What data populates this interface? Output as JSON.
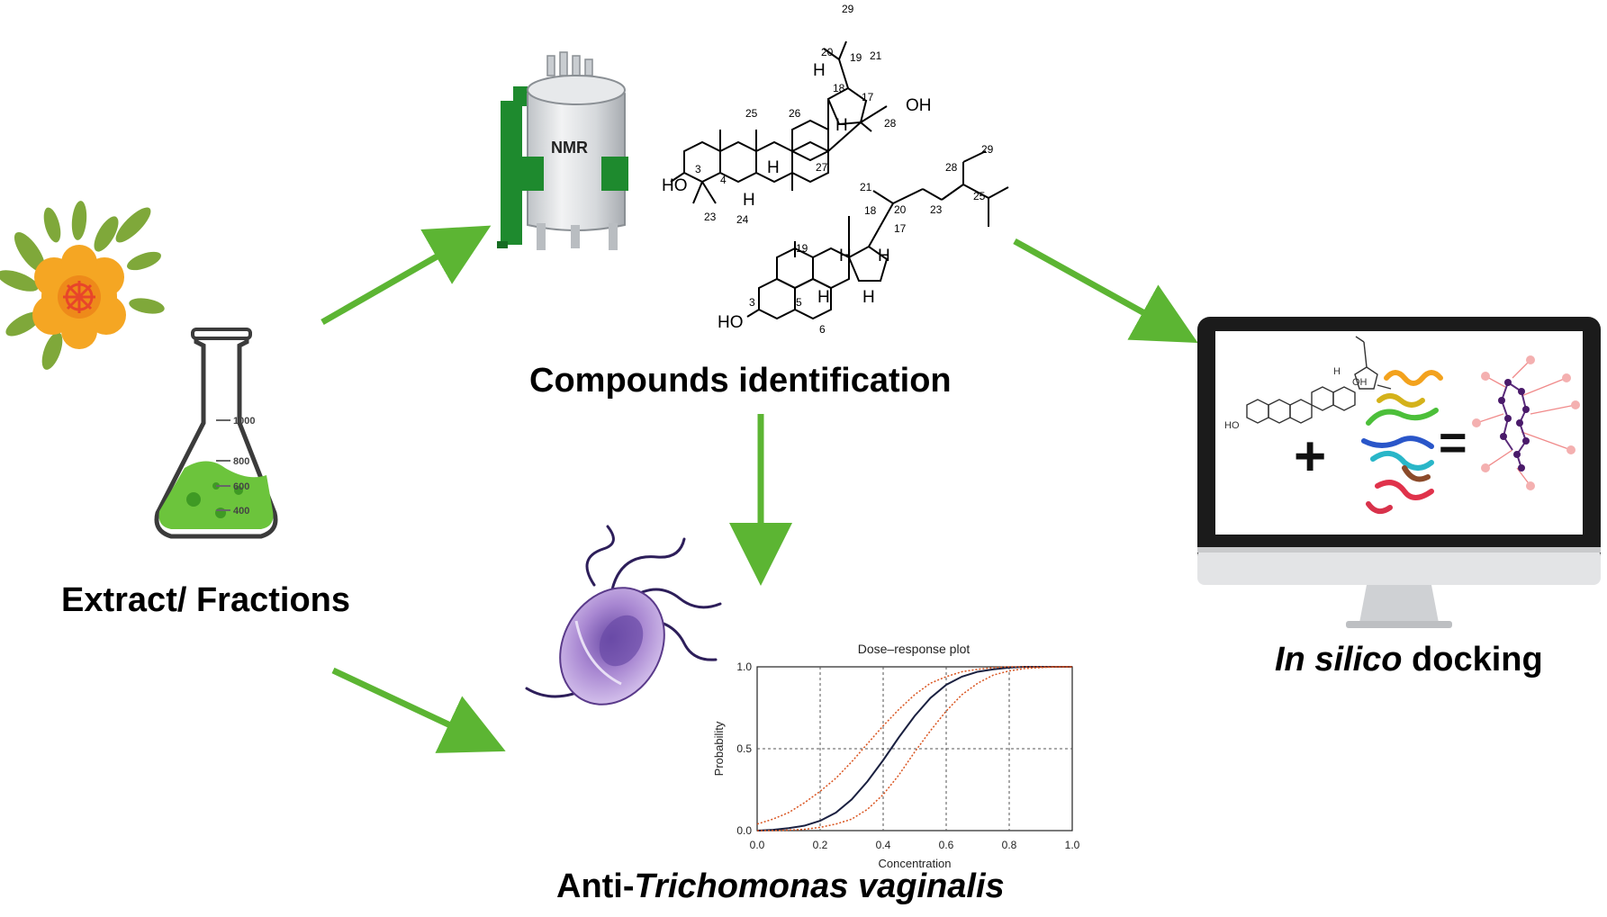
{
  "labels": {
    "extract": "Extract/ Fractions",
    "compounds": "Compounds identification",
    "insilico_italic": "In silico",
    "insilico_rest": " docking",
    "anti_prefix": "Anti-",
    "anti_italic": "Trichomonas vaginalis"
  },
  "nmr_label": "NMR",
  "flask_marks": [
    "1000",
    "800",
    "600",
    "400"
  ],
  "molecule_upper": {
    "numbers": [
      "29",
      "20",
      "19",
      "21",
      "18",
      "17",
      "28",
      "25",
      "26",
      "27",
      "3",
      "4",
      "23",
      "24"
    ],
    "groups": [
      "OH",
      "HO",
      "H",
      "H",
      "H",
      "H"
    ]
  },
  "molecule_lower": {
    "numbers": [
      "29",
      "28",
      "25",
      "21",
      "20",
      "23",
      "18",
      "17",
      "19",
      "3",
      "5",
      "6"
    ],
    "groups": [
      "HO",
      "H",
      "H",
      "H",
      "H"
    ]
  },
  "docking": {
    "plus": "+",
    "equals": "=",
    "ho": "HO",
    "oh": "OH",
    "h": "H"
  },
  "colors": {
    "arrow": "#5cb533",
    "nmr_green": "#1e8a2e",
    "flask_liquid": "#6cc43c",
    "flower": "#f5a623",
    "cell": "#9a72c0",
    "curve_main": "#1a2040",
    "curve_ci": "#d9531e"
  },
  "chart_data": {
    "type": "line",
    "title": "Dose–response plot",
    "xlabel": "Concentration",
    "ylabel": "Probability",
    "xlim": [
      0,
      1.0
    ],
    "ylim": [
      0,
      1.0
    ],
    "x_ticks": [
      "0.0",
      "0.2",
      "0.4",
      "0.6",
      "0.8",
      "1.0"
    ],
    "y_ticks": [
      "0.0",
      "0.5",
      "1.0"
    ],
    "grid": true,
    "series": [
      {
        "x": [
          0,
          0.05,
          0.1,
          0.15,
          0.2,
          0.25,
          0.3,
          0.35,
          0.4,
          0.45,
          0.5,
          0.55,
          0.6,
          0.65,
          0.7,
          0.75,
          0.8,
          0.85,
          0.9,
          0.95,
          1.0
        ],
        "values": [
          0.0,
          0.005,
          0.015,
          0.03,
          0.06,
          0.11,
          0.19,
          0.3,
          0.43,
          0.57,
          0.7,
          0.81,
          0.89,
          0.94,
          0.97,
          0.985,
          0.995,
          1.0,
          1.0,
          1.0,
          1.0
        ]
      },
      {
        "x": [
          0,
          0.05,
          0.1,
          0.15,
          0.2,
          0.25,
          0.3,
          0.35,
          0.4,
          0.45,
          0.5,
          0.55,
          0.6,
          0.65,
          0.7,
          0.75,
          0.8,
          0.85,
          0.9,
          0.95,
          1.0
        ],
        "values": [
          0.04,
          0.07,
          0.11,
          0.17,
          0.24,
          0.32,
          0.42,
          0.53,
          0.64,
          0.74,
          0.83,
          0.9,
          0.94,
          0.97,
          0.985,
          0.995,
          1.0,
          1.0,
          1.0,
          1.0,
          1.0
        ]
      },
      {
        "x": [
          0,
          0.05,
          0.1,
          0.15,
          0.2,
          0.25,
          0.3,
          0.35,
          0.4,
          0.45,
          0.5,
          0.55,
          0.6,
          0.65,
          0.7,
          0.75,
          0.8,
          0.85,
          0.9,
          0.95,
          1.0
        ],
        "values": [
          0.0,
          0.0,
          0.003,
          0.008,
          0.02,
          0.04,
          0.07,
          0.13,
          0.22,
          0.34,
          0.48,
          0.61,
          0.73,
          0.83,
          0.9,
          0.95,
          0.975,
          0.99,
          0.995,
          1.0,
          1.0
        ]
      }
    ]
  }
}
